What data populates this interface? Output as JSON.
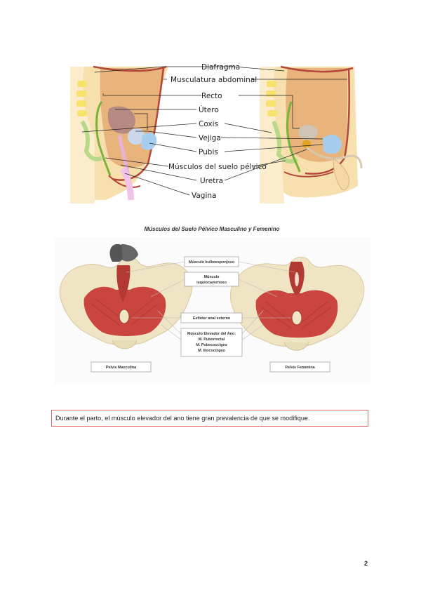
{
  "figure1": {
    "labels": {
      "diafragma": "Diafragma",
      "musculatura": "Musculatura abdominal",
      "recto": "Recto",
      "utero": "Útero",
      "coxis": "Coxis",
      "vejiga": "Vejiga",
      "pubis": "Pubis",
      "suelo": "Músculos del suelo pélvico",
      "uretra": "Uretra",
      "vagina": "Vagina"
    }
  },
  "figure2": {
    "title": "Músculos del Suelo Pélvico Masculino y Femenino",
    "boxes": {
      "bulbo": "Músculo bulboesponjoso",
      "isquio_1": "Músculo",
      "isquio_2": "isquiocavernoso",
      "esfinter": "Esfínter anal externo",
      "elevador_1": "Músculo Elevador del Ano:",
      "elevador_2": "M. Puborrectal",
      "elevador_3": "M. Pubococcígeo",
      "elevador_4": "M. Iliococcígeo",
      "masculina": "Pelvis Masculina",
      "femenina": "Pelvis Femenina"
    }
  },
  "callout": "Durante el parto, el músculo elevador del ano tiene gran prevalencia de que se modifique.",
  "page_number": "2",
  "colors": {
    "callout_border": "#e06468",
    "skin": "#f7dfae",
    "abdomen": "#e9b47c",
    "muscle": "#c9453d",
    "bone": "#efe4c3"
  }
}
